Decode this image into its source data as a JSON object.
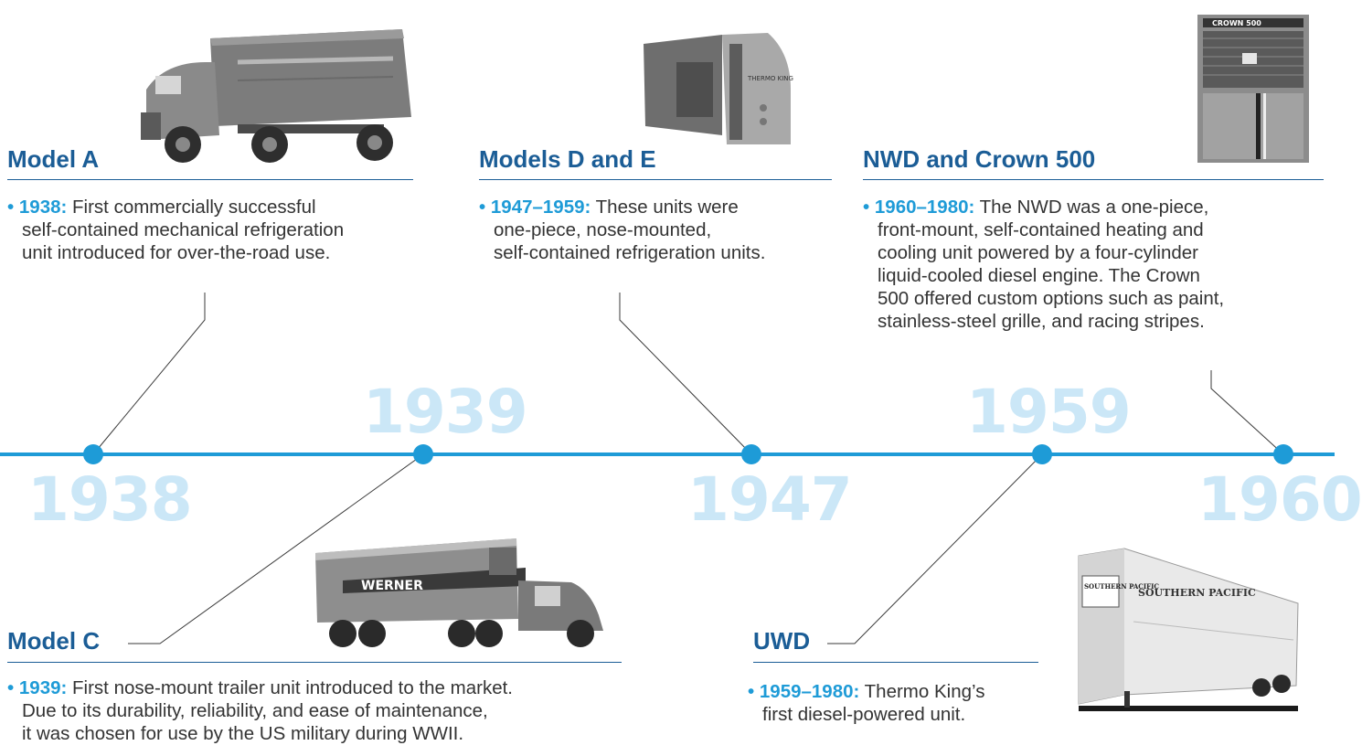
{
  "colors": {
    "accent": "#1e9bd7",
    "heading": "#1b5d96",
    "year_watermark": "#cbe7f7",
    "body_text": "#333333"
  },
  "timeline": {
    "years": [
      "1938",
      "1939",
      "1947",
      "1959",
      "1960"
    ]
  },
  "entries": [
    {
      "id": "model-a",
      "heading": "Model A",
      "lead": "1938:",
      "lines": [
        "First commercially successful",
        "self-contained mechanical refrigeration",
        "unit introduced for over-the-road use."
      ],
      "image": "vintage-tractor-trailer-photo"
    },
    {
      "id": "models-d-e",
      "heading": "Models D and E",
      "lead": "1947–1959:",
      "lines": [
        "These units were",
        "one-piece, nose-mounted,",
        "self-contained refrigeration units."
      ],
      "image": "refrigeration-unit-photo",
      "image_label": "THERMO KING"
    },
    {
      "id": "nwd-crown-500",
      "heading": "NWD and Crown 500",
      "lead": "1960–1980:",
      "lines": [
        "The NWD was a one-piece,",
        "front-mount, self-contained heating and",
        "cooling unit powered by a four-cylinder",
        "liquid-cooled diesel engine. The Crown",
        "500 offered custom options such as paint,",
        "stainless-steel grille, and racing stripes."
      ],
      "image": "crown-500-unit-photo",
      "image_label": "CROWN 500"
    },
    {
      "id": "model-c",
      "heading": "Model C",
      "lead": "1939:",
      "lines": [
        "First nose-mount trailer unit introduced to the market.",
        "Due to its durability, reliability, and ease of maintenance,",
        "it was chosen for use by the US military during WWII."
      ],
      "image": "werner-truck-photo",
      "image_label": "WERNER"
    },
    {
      "id": "uwd",
      "heading": "UWD",
      "lead": "1959–1980:",
      "lines": [
        "Thermo King’s",
        "first diesel-powered unit."
      ],
      "image": "southern-pacific-trailer-photo",
      "image_label": "SOUTHERN PACIFIC"
    }
  ]
}
